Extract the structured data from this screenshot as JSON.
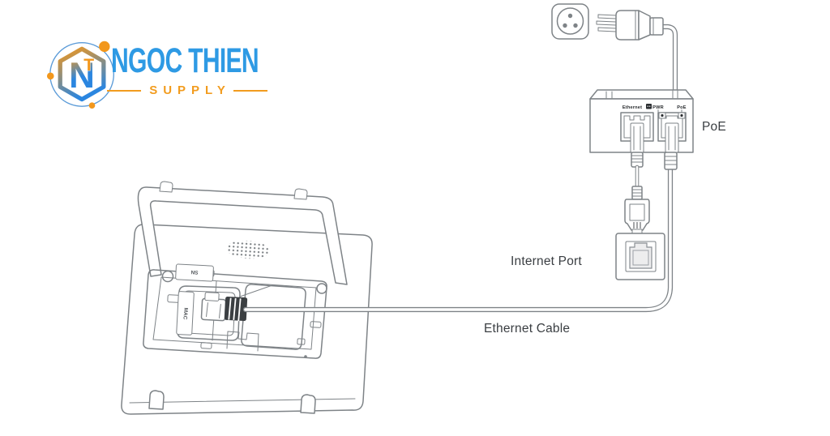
{
  "logo": {
    "brand": "NGOC THIEN",
    "subtitle": "SUPPLY",
    "monogram_n": "N",
    "monogram_t": "T",
    "colors": {
      "blue": "#2e9ae4",
      "orange": "#f29c1f"
    }
  },
  "diagram": {
    "labels": {
      "poe": "PoE",
      "internet_port": "Internet Port",
      "ethernet_cable": "Ethernet Cable"
    },
    "injector": {
      "port_ethernet": "Ethernet",
      "led_pwr": "PWR",
      "led_poe": "PoE"
    },
    "phone": {
      "sticker_sn": "SN",
      "sticker_mac": "MAC"
    },
    "line_color": "#7e8387",
    "label_color": "#3a3e42"
  }
}
